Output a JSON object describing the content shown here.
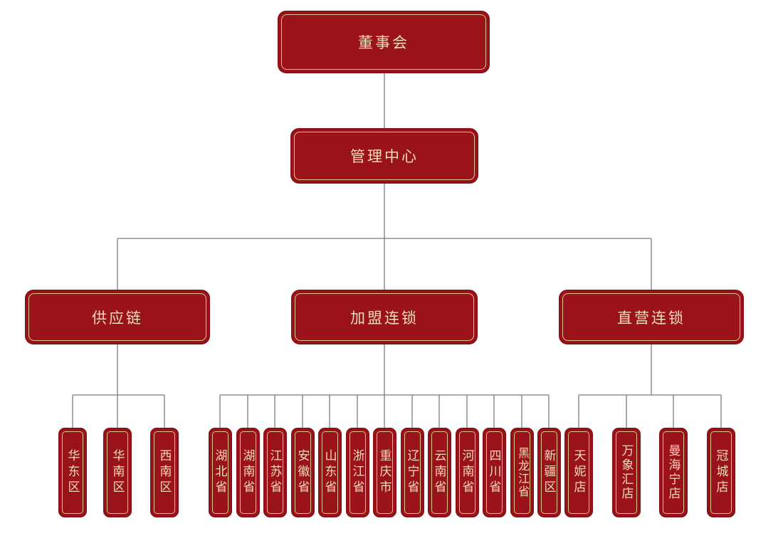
{
  "colors": {
    "box_fill": "#9A131B",
    "box_edge": "#8C0F16",
    "gold_border": "#DCC390",
    "text": "#F1DDB5",
    "line": "#7c7c7c"
  },
  "org_chart": {
    "root": {
      "label": "董事会"
    },
    "level2": {
      "label": "管理中心"
    },
    "branches": [
      {
        "label": "供应链",
        "children": [
          "华东区",
          "华南区",
          "西南区"
        ]
      },
      {
        "label": "加盟连锁",
        "children": [
          "湖北省",
          "湖南省",
          "江苏省",
          "安徽省",
          "山东省",
          "浙江省",
          "重庆市",
          "辽宁省",
          "云南省",
          "河南省",
          "四川省",
          "黑龙江省",
          "新疆区"
        ]
      },
      {
        "label": "直营连锁",
        "children": [
          "天妮店",
          "万象汇店",
          "曼海宁店",
          "冠城店"
        ]
      }
    ]
  }
}
